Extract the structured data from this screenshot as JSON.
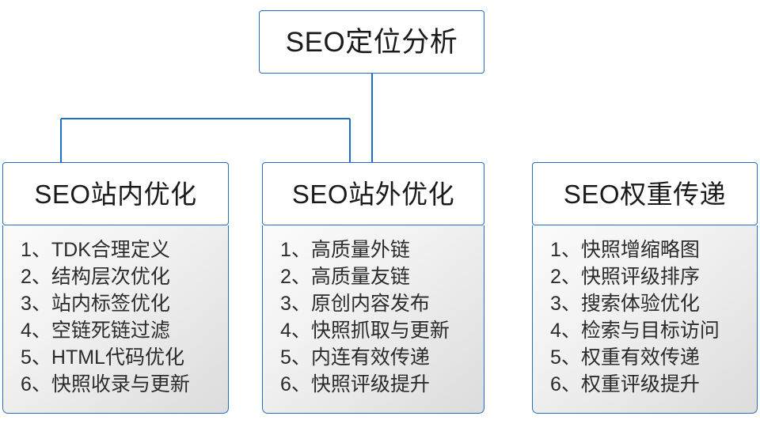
{
  "diagram": {
    "title": "SEO定位分析",
    "accent_color": "#1F6FC4",
    "text_color": "#1a1a1a",
    "background_color": "#ffffff",
    "branches": [
      {
        "heading": "SEO站内优化",
        "items": [
          "1、TDK合理定义",
          "2、结构层次优化",
          "3、站内标签优化",
          "4、空链死链过滤",
          "5、HTML代码优化",
          "6、快照收录与更新"
        ]
      },
      {
        "heading": "SEO站外优化",
        "items": [
          "1、高质量外链",
          "2、高质量友链",
          "3、原创内容发布",
          "4、快照抓取与更新",
          "5、内连有效传递",
          "6、快照评级提升"
        ]
      },
      {
        "heading": "SEO权重传递",
        "items": [
          "1、快照增缩略图",
          "2、快照评级排序",
          "3、搜索体验优化",
          "4、检索与目标访问",
          "5、权重有效传递",
          "6、权重评级提升"
        ]
      }
    ]
  }
}
